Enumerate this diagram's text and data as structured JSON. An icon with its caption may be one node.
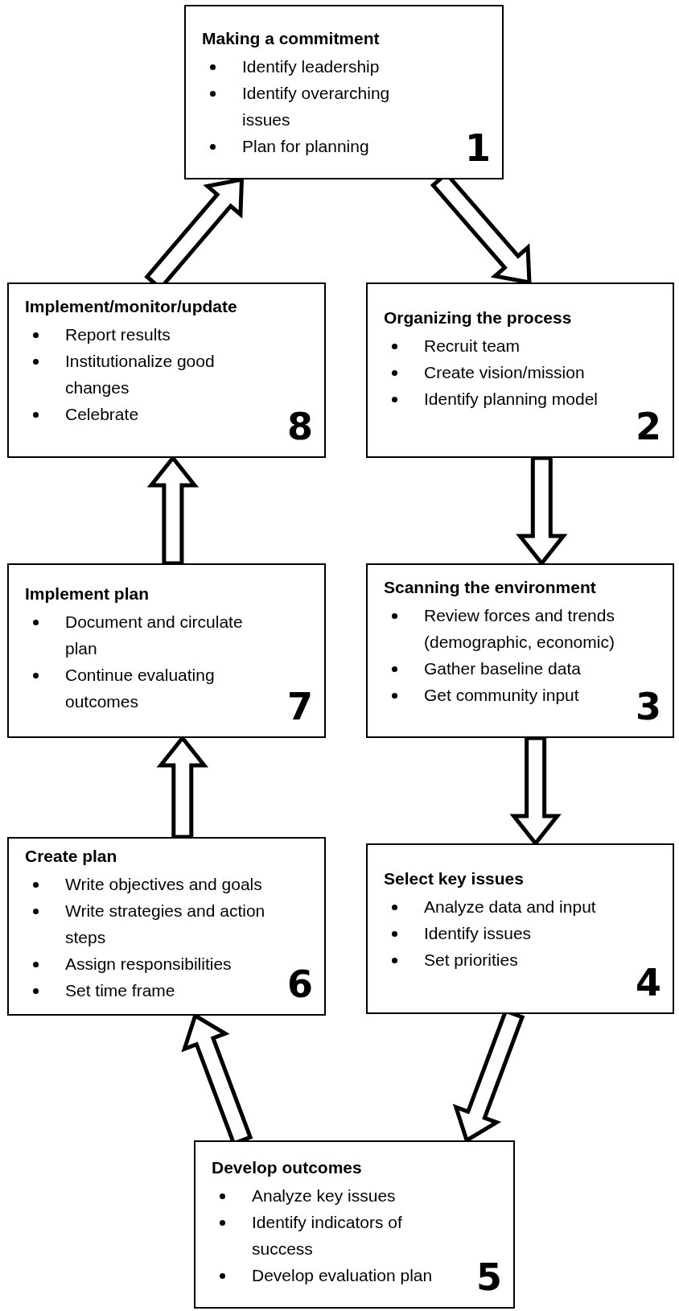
{
  "diagram": {
    "nodes": [
      {
        "text": [
          "Making a commitment",
          "Identify leadership",
          "Identify overarching issues",
          "Plan for planning",
          "1"
        ]
      },
      {
        "text": [
          "Organizing the process",
          "Recruit team",
          "Create vision/mission",
          "Identify planning model",
          "2"
        ]
      },
      {
        "text": [
          "Scanning the environment",
          "Review forces and trends (demographic, economic)",
          "Gather baseline data",
          "Get community input",
          "3"
        ]
      },
      {
        "text": [
          "Select key issues",
          "Analyze data and input",
          "Identify issues",
          "Set priorities",
          "4"
        ]
      },
      {
        "text": [
          "Develop outcomes",
          "Analyze key issues",
          "Identify indicators of success",
          "Develop evaluation plan",
          "5"
        ]
      },
      {
        "text": [
          "Create plan",
          "Write objectives and goals",
          "Write strategies and action steps",
          "Assign responsibilities",
          "Set time frame",
          "6"
        ]
      },
      {
        "text": [
          "Implement plan",
          "Document and circulate plan",
          "Continue evaluating outcomes",
          "7"
        ]
      },
      {
        "text": [
          "Implement/monitor/update",
          "Report results",
          "Institutionalize good changes",
          "Celebrate",
          "8"
        ]
      }
    ],
    "edges": [
      {
        "from": 0,
        "to": 1,
        "arrow": "to"
      },
      {
        "from": 1,
        "to": 2,
        "arrow": "to"
      },
      {
        "from": 2,
        "to": 3,
        "arrow": "to"
      },
      {
        "from": 3,
        "to": 4,
        "arrow": "to"
      },
      {
        "from": 4,
        "to": 5,
        "arrow": "to"
      },
      {
        "from": 5,
        "to": 6,
        "arrow": "to"
      },
      {
        "from": 6,
        "to": 7,
        "arrow": "to"
      },
      {
        "from": 7,
        "to": 0,
        "arrow": "to"
      }
    ]
  }
}
